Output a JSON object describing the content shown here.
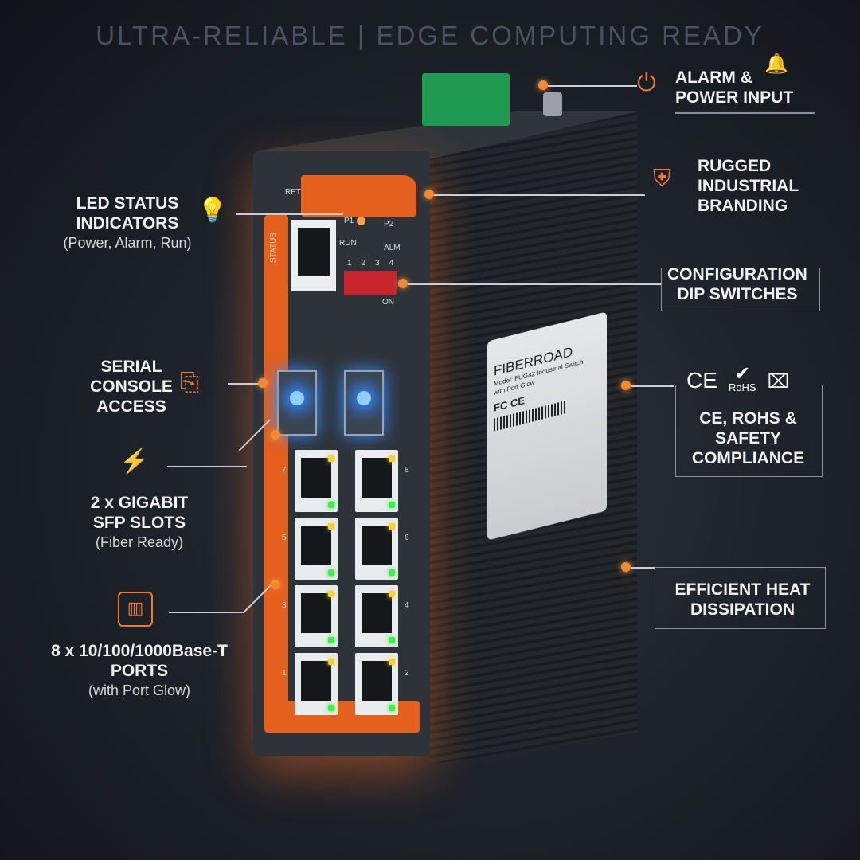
{
  "title": "ULTRA-RELIABLE | EDGE COMPUTING READY",
  "device": {
    "brand": "FIBERROAD",
    "model": "Model: FUG42 Industrial Switch",
    "note": "with Port Glow",
    "front_labels": {
      "ret": "RET",
      "status": "STATUS",
      "p1": "P1",
      "p2": "P2",
      "run": "RUN",
      "alm": "ALM",
      "dip": [
        "1",
        "2",
        "3",
        "4"
      ],
      "on": "ON"
    },
    "port_numbers_left": [
      "7",
      "5",
      "3",
      "1"
    ],
    "port_numbers_right": [
      "8",
      "6",
      "4",
      "2"
    ],
    "certs": [
      "FC",
      "CE"
    ]
  },
  "callouts": {
    "alarm_power": {
      "line1": "ALARM &",
      "line2": "POWER INPUT"
    },
    "rugged": {
      "line1": "RUGGED",
      "line2": "INDUSTRIAL",
      "line3": "BRANDING"
    },
    "dip": {
      "line1": "CONFIGURATION",
      "line2": "DIP SWITCHES"
    },
    "compliance": {
      "line1": "CE, ROHS &",
      "line2": "SAFETY",
      "line3": "COMPLIANCE",
      "rohs": "RoHS"
    },
    "heat": {
      "line1": "EFFICIENT HEAT",
      "line2": "DISSIPATION"
    },
    "led": {
      "line1": "LED STATUS",
      "line2": "INDICATORS",
      "sub": "(Power, Alarm, Run)"
    },
    "serial": {
      "line1": "SERIAL",
      "line2": "CONSOLE",
      "line3": "ACCESS"
    },
    "sfp": {
      "line1": "2 x GIGABIT",
      "line2": "SFP SLOTS",
      "sub": "(Fiber Ready)"
    },
    "ports": {
      "line1": "8 x 10/100/1000Base-T",
      "line2": "PORTS",
      "sub": "(with Port Glow)"
    }
  },
  "colors": {
    "accent": "#f07a2a",
    "background": "#1c2028"
  }
}
